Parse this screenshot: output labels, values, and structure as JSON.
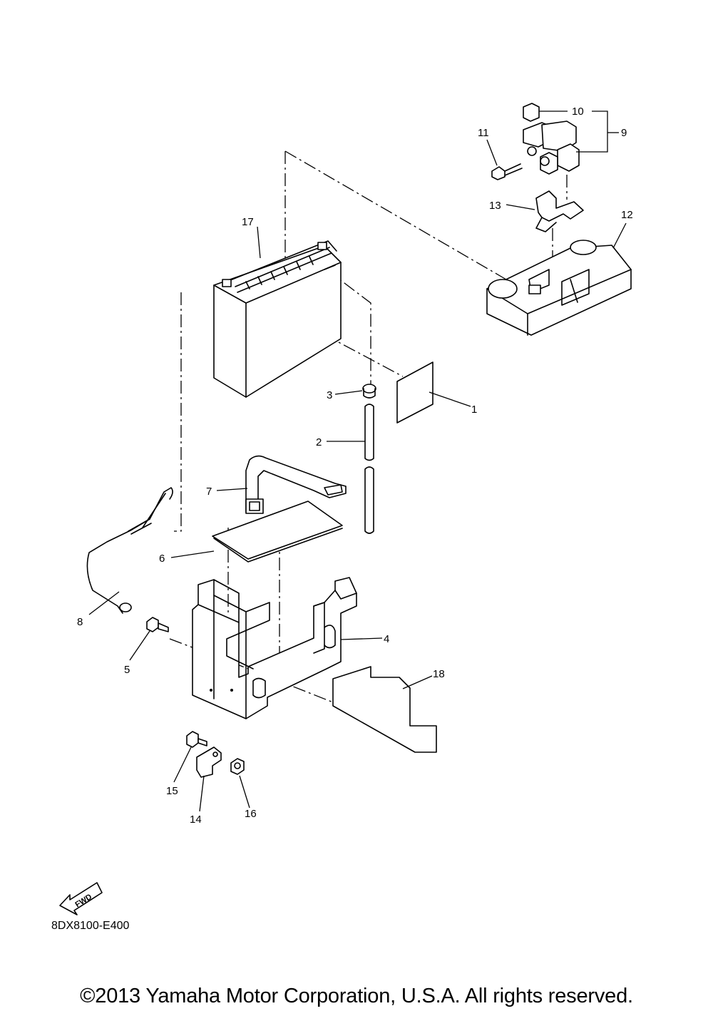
{
  "parts": [
    {
      "id": "part-1",
      "number": "1"
    },
    {
      "id": "part-2",
      "number": "2"
    },
    {
      "id": "part-3",
      "number": "3"
    },
    {
      "id": "part-4",
      "number": "4"
    },
    {
      "id": "part-5",
      "number": "5"
    },
    {
      "id": "part-6",
      "number": "6"
    },
    {
      "id": "part-7",
      "number": "7"
    },
    {
      "id": "part-8",
      "number": "8"
    },
    {
      "id": "part-9",
      "number": "9"
    },
    {
      "id": "part-10",
      "number": "10"
    },
    {
      "id": "part-11",
      "number": "11"
    },
    {
      "id": "part-12",
      "number": "12"
    },
    {
      "id": "part-13",
      "number": "13"
    },
    {
      "id": "part-14",
      "number": "14"
    },
    {
      "id": "part-15",
      "number": "15"
    },
    {
      "id": "part-16",
      "number": "16"
    },
    {
      "id": "part-17",
      "number": "17"
    },
    {
      "id": "part-18",
      "number": "18"
    }
  ],
  "direction_arrow": {
    "label": "FWD"
  },
  "drawing_code": "8DX8100-E400",
  "copyright": "©2013 Yamaha Motor Corporation, U.S.A. All rights reserved."
}
